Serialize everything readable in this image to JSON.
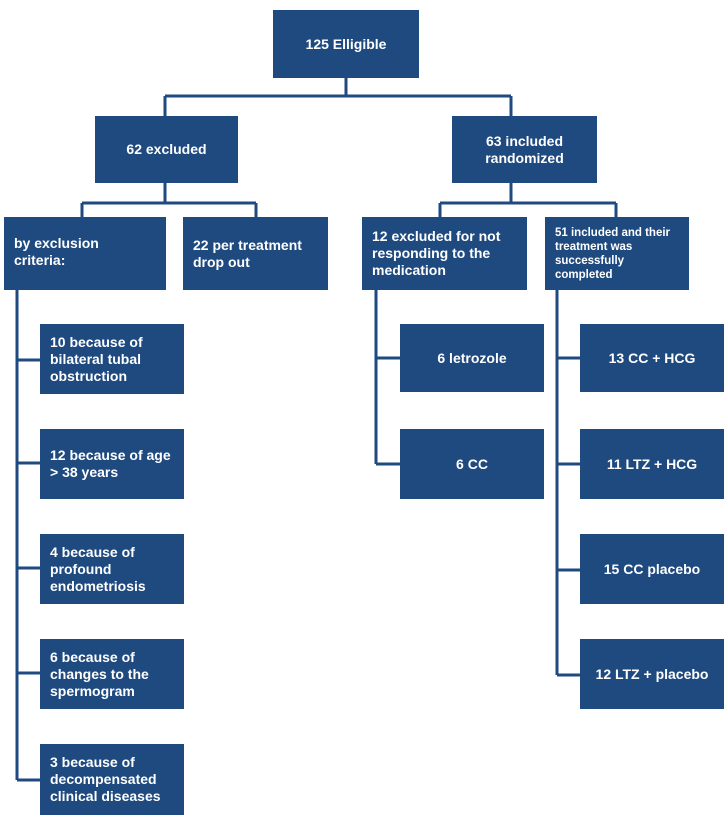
{
  "flow": {
    "root": "125 Elligible",
    "excluded": "62 excluded",
    "included": "63 included\nrandomized",
    "exclusion_criteria": "by exclusion\ncriteria:",
    "dropout": "22 per treatment\ndrop out",
    "not_responding": "12 excluded for not\nresponding to the\nmedication",
    "completed": "51 included and their\ntreatment was\nsuccessfully\ncompleted",
    "criteria": [
      "10 because of\nbilateral tubal\nobstruction",
      "12 because of age\n> 38 years",
      "4 because of\nprofound\nendometriosis",
      "6 because of\nchanges to the\nspermogram",
      "3 because of\ndecompensated\nclinical diseases"
    ],
    "nonresponders": [
      "6 letrozole",
      "6 CC"
    ],
    "groups": [
      "13 CC + HCG",
      "11 LTZ + HCG",
      "15 CC  placebo",
      "12 LTZ + placebo"
    ]
  },
  "colors": {
    "box": "#1f4a80",
    "line": "#1f4a80",
    "text": "#ffffff"
  }
}
